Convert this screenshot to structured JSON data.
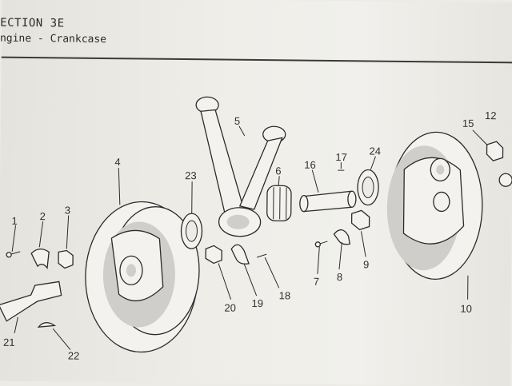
{
  "header": {
    "section": "ECTION 3E",
    "subtitle": "ngine - Crankcase"
  },
  "callouts": {
    "n1": "1",
    "n2": "2",
    "n3": "3",
    "n4": "4",
    "n5": "5",
    "n6": "6",
    "n7": "7",
    "n8": "8",
    "n9": "9",
    "n10": "10",
    "n12": "12",
    "n15": "15",
    "n16": "16",
    "n17": "17",
    "n18": "18",
    "n19": "19",
    "n20": "20",
    "n21": "21",
    "n22": "22",
    "n23": "23",
    "n24": "24"
  }
}
